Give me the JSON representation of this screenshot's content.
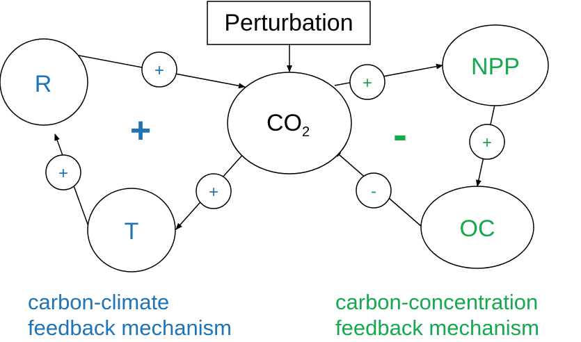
{
  "colors": {
    "blue": "#1f74b7",
    "green": "#15a84e",
    "black": "#000000"
  },
  "perturbation": {
    "label": "Perturbation"
  },
  "nodes": {
    "co2": {
      "main": "CO",
      "sub": "2"
    },
    "r": {
      "label": "R"
    },
    "t": {
      "label": "T"
    },
    "npp": {
      "label": "NPP"
    },
    "oc": {
      "label": "OC"
    }
  },
  "links": {
    "r_to_co2": "+",
    "t_to_r": "+",
    "co2_to_t": "+",
    "co2_to_npp": "+",
    "npp_to_oc": "+",
    "oc_to_co2": "-"
  },
  "loops": {
    "left_sign": "+",
    "right_sign": "-"
  },
  "captions": {
    "left": {
      "line1": "carbon-climate",
      "line2": "feedback mechanism"
    },
    "right": {
      "line1": "carbon-concentration",
      "line2": "feedback mechanism"
    }
  }
}
